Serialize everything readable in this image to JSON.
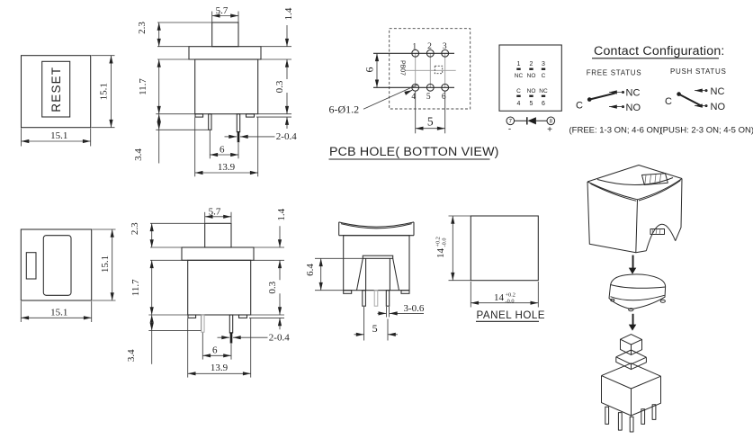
{
  "front_view": {
    "button_label": "RESET",
    "width_mm": "15.1",
    "height_mm": "15.1"
  },
  "side_view": {
    "plunger_width": "5.7",
    "flange_thickness": "1.4",
    "plunger_height": "2.3",
    "body_height": "11.7",
    "standoff_height": "0.3",
    "pin_thickness": "2-0.4",
    "pin_pitch": "6",
    "body_width": "13.9",
    "pin_length": "3.4"
  },
  "pcb_view": {
    "title": "PCB HOLE( BOTTON VIEW)",
    "hole_callout": "6-Ø1.2",
    "row_pitch_mm": "6",
    "hole_pitch_mm": "5",
    "part_marking": "PB07",
    "top_pins": [
      "1",
      "2",
      "3"
    ],
    "bottom_pins": [
      "4",
      "5",
      "6"
    ]
  },
  "schematic": {
    "top_pin_numbers": [
      "1",
      "2",
      "3"
    ],
    "top_pin_functions": [
      "NC",
      "NO",
      "C"
    ],
    "bottom_pin_functions": [
      "C",
      "NO",
      "NC"
    ],
    "bottom_pin_numbers": [
      "4",
      "5",
      "6"
    ],
    "led_left_pin": "7",
    "led_right_pin": "8",
    "minus": "-",
    "plus": "+"
  },
  "contact_config": {
    "title": "Contact Configuration:",
    "free_label": "FREE STATUS",
    "push_label": "PUSH STATUS",
    "common": "C",
    "nc": "NC",
    "no": "NO",
    "free_note": "(FREE: 1-3 ON; 4-6 ON)",
    "push_note": "(PUSH: 2-3 ON; 4-5 ON)"
  },
  "dome_view": {
    "housing_height": "6.4",
    "pin_callout": "3-0.6",
    "pin_pitch": "5"
  },
  "panel_hole": {
    "title": "PANEL HOLE",
    "size": "14",
    "tol_plus": "+0.2",
    "tol_minus": "-0.0"
  }
}
